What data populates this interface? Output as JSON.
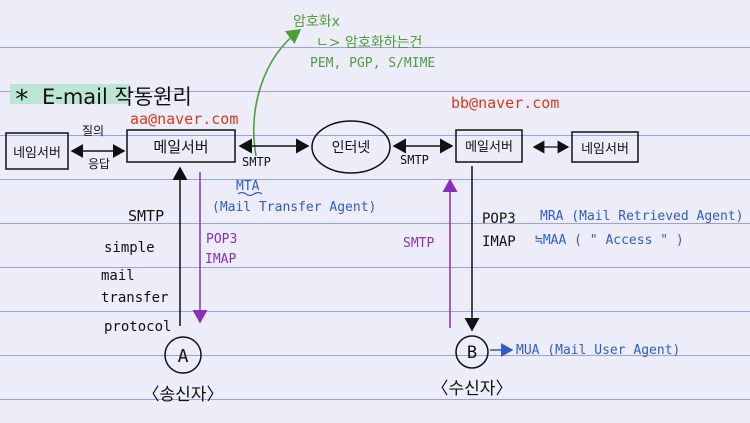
{
  "title": {
    "star": "*",
    "text": "E-mail 작동원리"
  },
  "nodes": {
    "dns_left": "네임서버",
    "mail_server_left": "메일서버",
    "internet": "인터넷",
    "mail_server_right": "메일서버",
    "dns_right": "네임서버"
  },
  "labels": {
    "query_response_line1": "질의",
    "query_response_line2": "응답",
    "email_a": "aa@naver.com",
    "email_b": "bb@naver.com",
    "smtp_left": "SMTP",
    "smtp_right": "SMTP",
    "mta_line1": "MTA",
    "mta_line2": "(Mail Transfer Agent)",
    "encryption_title": "암호화x",
    "encryption_sub": "ㄴ> 암호화하는건",
    "encryption_methods": "PEM, PGP, S/MIME",
    "smtp_vertical_left": "SMTP",
    "smtp_expansion": [
      "simple",
      "mail",
      "transfer",
      "protocol"
    ],
    "pop3_left": "POP3",
    "imap_left": "IMAP",
    "smtp_vertical_right": "SMTP",
    "pop3_right": "POP3",
    "imap_right": "IMAP",
    "mra": "MRA (Mail Retrieved Agent)",
    "maa": "≒MAA ( \"  Access  \" )",
    "sender_node": "A",
    "receiver_node": "B",
    "mua": "MUA (Mail User Agent)",
    "sender": "〈송신자〉",
    "receiver": "〈수신자〉"
  },
  "colors": {
    "ink": "#111111",
    "red": "#d9381e",
    "blue": "#2f5cc8",
    "green": "#4f9e3a",
    "purple": "#8a2fb8",
    "highlight": "#b8e3d0"
  }
}
